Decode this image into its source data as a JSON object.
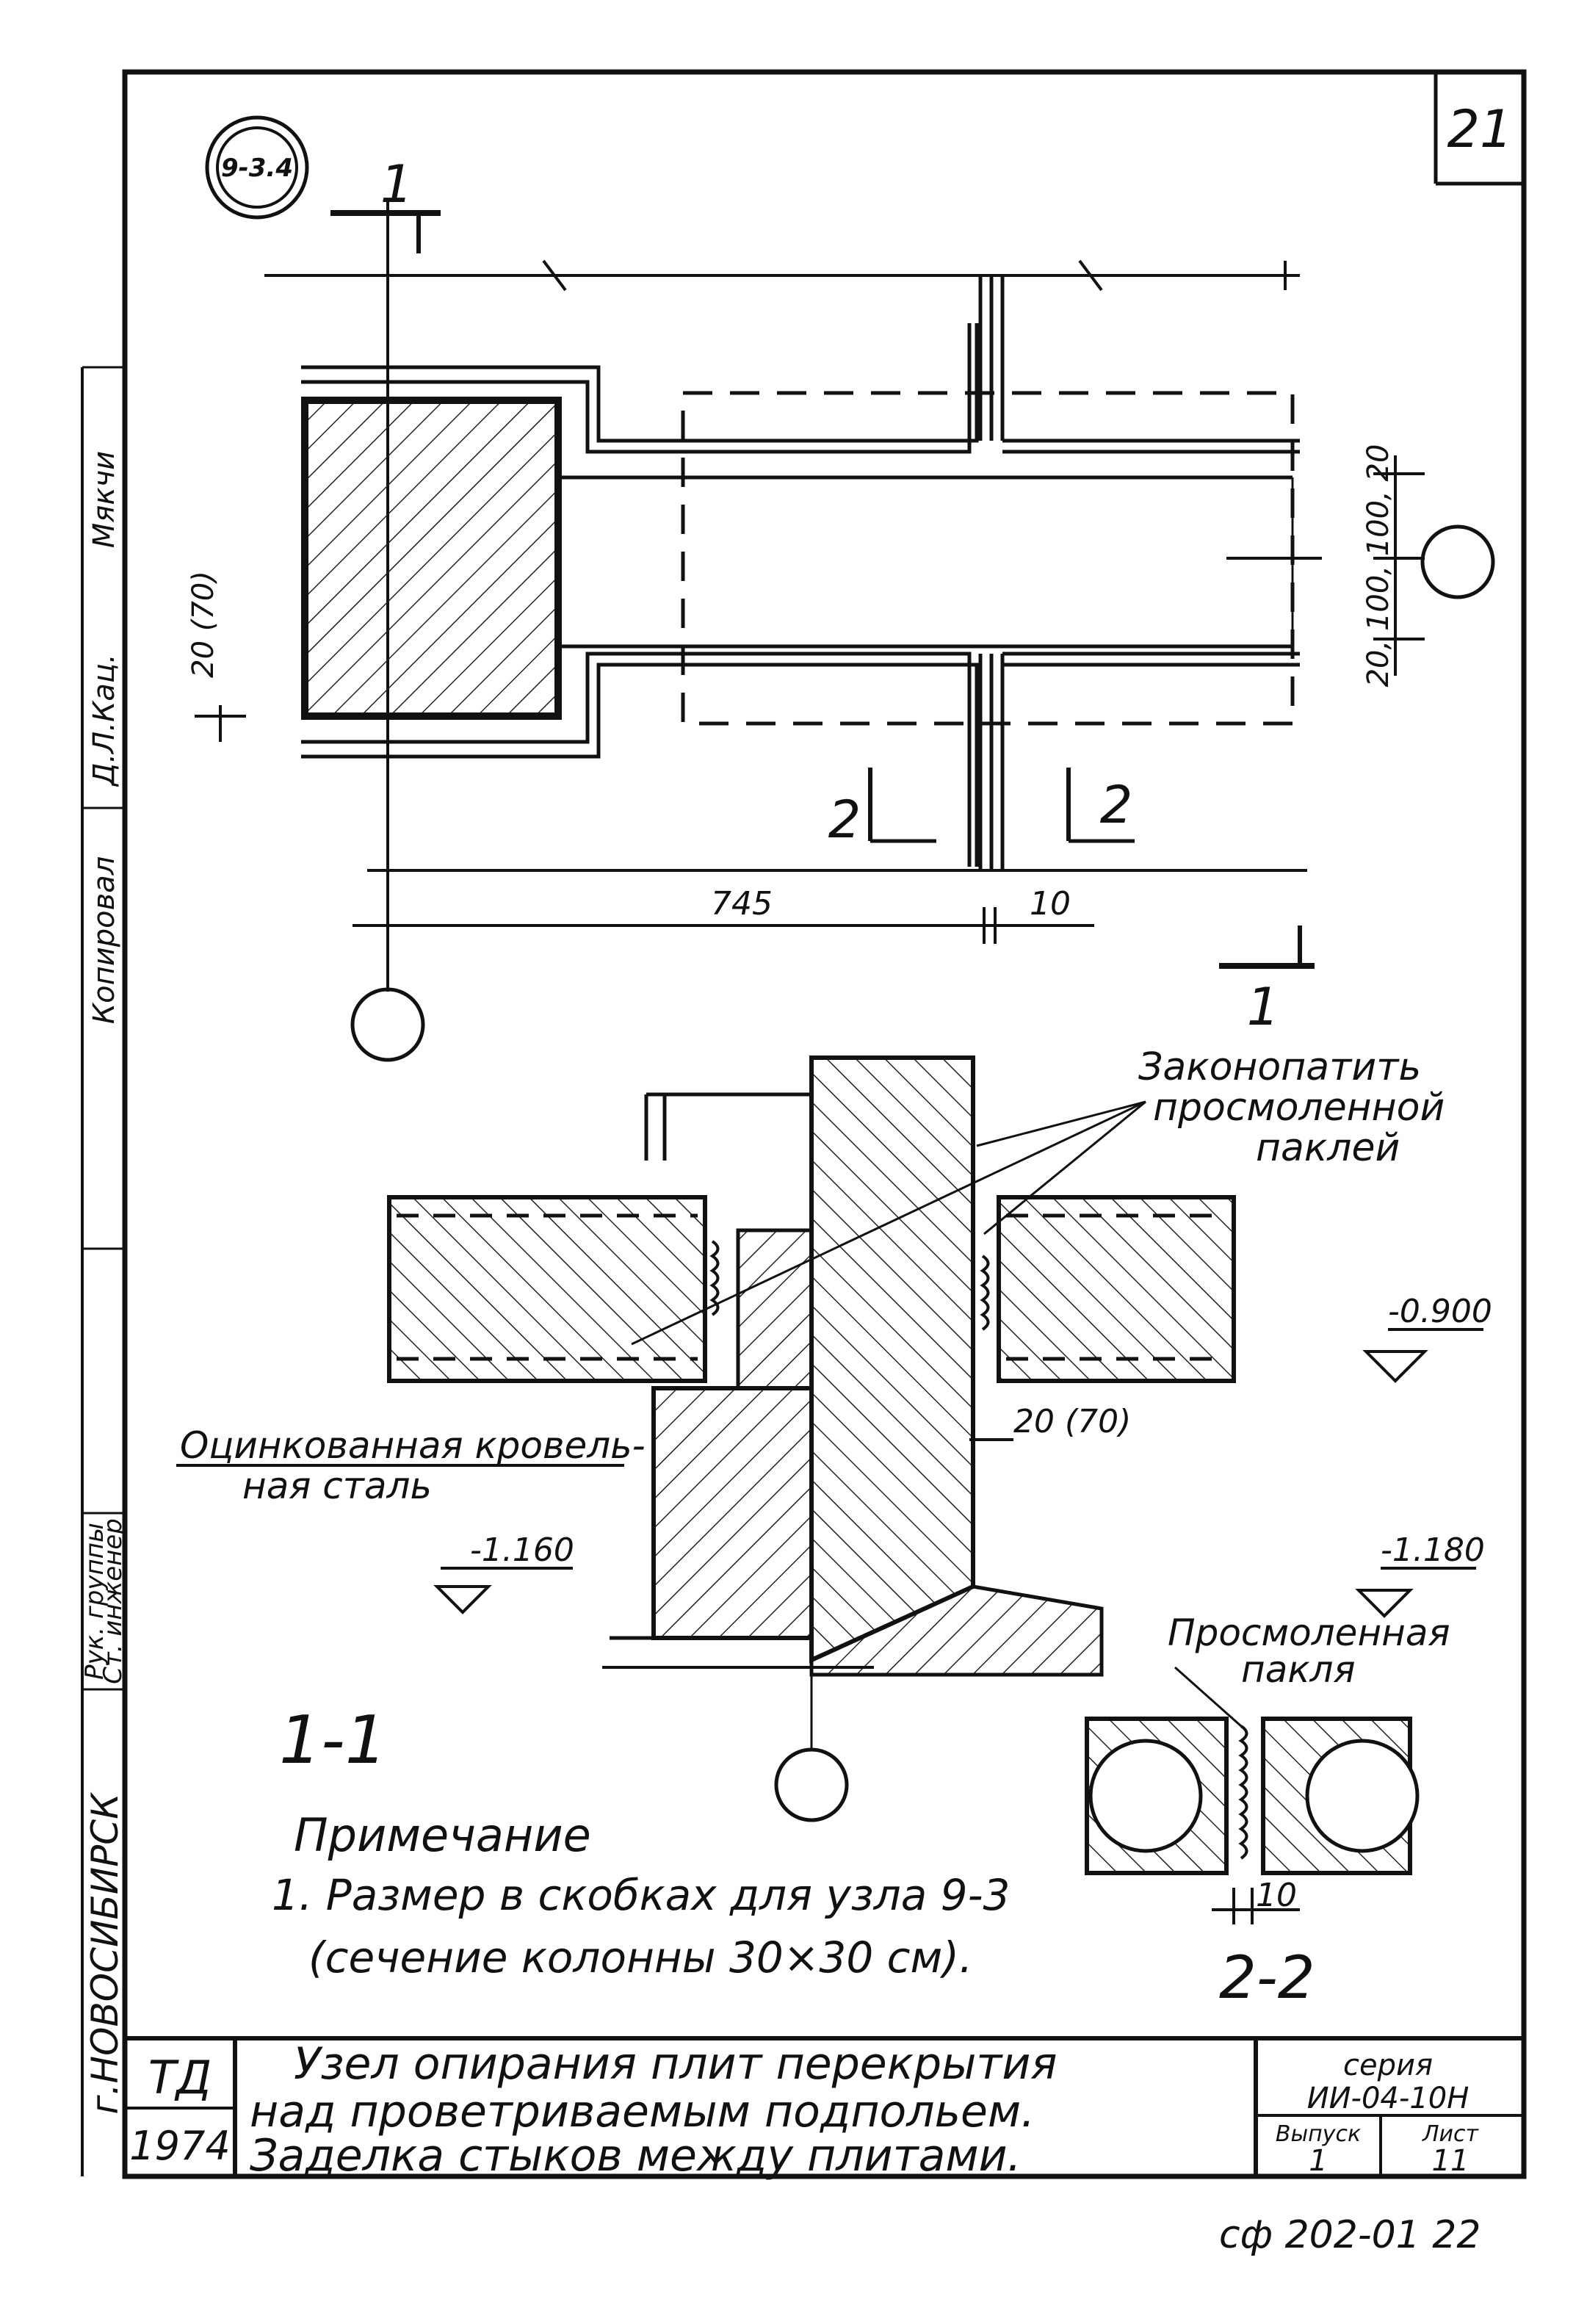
{
  "sheet": {
    "page_number": "21",
    "node_mark": "9-3.4",
    "footer_code": "сф 202-01 22"
  },
  "plan": {
    "cut_mark_top": "1",
    "cut_mark_bottom": "1",
    "section_mark_left": "2",
    "section_mark_right": "2",
    "dim_left_vertical": "20 (70)",
    "dim_bottom_main": "745",
    "dim_bottom_small": "10",
    "dim_right_stack": "20, 100, 100, 20"
  },
  "section_1_1": {
    "label": "1-1",
    "note_caulk_line1": "Законопатить",
    "note_caulk_line2": "просмоленной",
    "note_caulk_line3": "паклей",
    "note_steel_line1": "Оцинкованная кровель-",
    "note_steel_line2": "ная сталь",
    "level_right_top": "-0.900",
    "level_left": "-1.160",
    "level_right_bottom": "-1.180",
    "dim_column_offset": "20 (70)"
  },
  "section_2_2": {
    "label": "2-2",
    "note_line1": "Просмоленная",
    "note_line2": "пакля",
    "dim_gap": "10"
  },
  "note": {
    "title": "Примечание",
    "line1": "1. Размер в скобках для узла 9-3",
    "line2": "(сечение колонны 30×30 см)."
  },
  "side_stamp": {
    "city": "г.НОВОСИБИРСК",
    "role_group": "Рук. группы",
    "role_engineer": "Ст. инженер",
    "copied_label": "Копировал",
    "signature_1": "Д.Л.Кац.",
    "signature_2": "Мякчи"
  },
  "title_block": {
    "org": "ТД",
    "year": "1974",
    "title_line1": "Узел опирания плит перекрытия",
    "title_line2": "над проветриваемым подпольем.",
    "title_line3": "Заделка стыков между плитами.",
    "series_label": "серия",
    "series_value": "ИИ-04-10Н",
    "issue_label": "Выпуск",
    "issue_value": "1",
    "sheet_label": "Лист",
    "sheet_value": "11"
  }
}
